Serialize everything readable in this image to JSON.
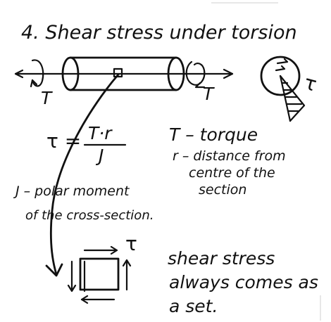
{
  "title": "4. Shear stress under torsion",
  "labels": {
    "torque_left": "T",
    "torque_right": "T",
    "tau_circle": "τ",
    "tau_element": "τ"
  },
  "formula": {
    "lhs": "τ =",
    "numerator": "T·r",
    "denominator": "J"
  },
  "definitions": {
    "torque": "T – torque",
    "distance_line1": "r – distance from",
    "distance_line2": "centre of the",
    "distance_line3": "section",
    "polar_line1": "J – polar moment",
    "polar_line2": "of the cross-section."
  },
  "note": {
    "line1": "shear stress",
    "line2": "always comes as",
    "line3": "a set."
  }
}
